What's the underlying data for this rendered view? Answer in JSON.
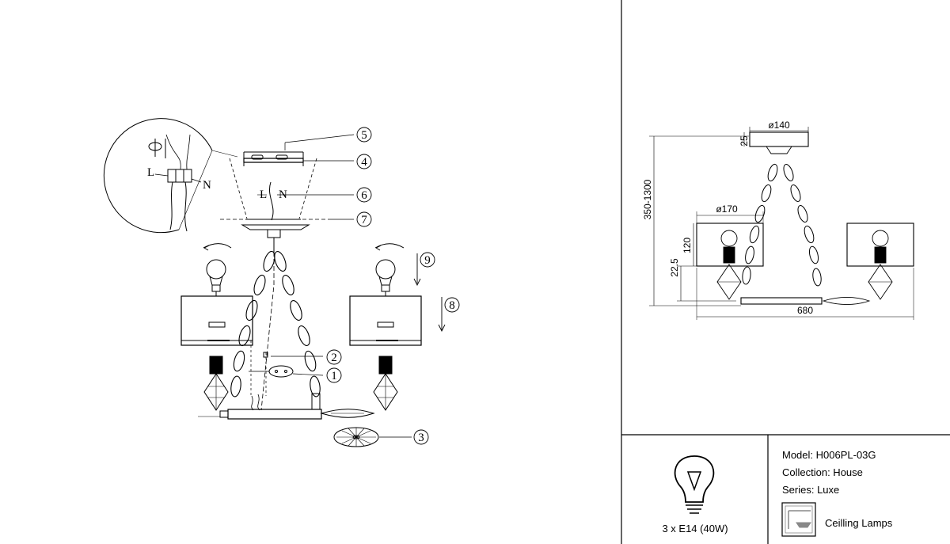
{
  "callouts": {
    "c1": "1",
    "c2": "2",
    "c3": "3",
    "c4": "4",
    "c5": "5",
    "c6": "6",
    "c7": "7",
    "c8": "8",
    "c9": "9"
  },
  "wiring": {
    "live": "L",
    "neutral": "N"
  },
  "dimensions": {
    "canopy_diameter": "ø140",
    "canopy_height": "25",
    "suspension_height": "350-1300",
    "shade_diameter": "ø170",
    "shade_height": "120",
    "holder_height": "22.5",
    "overall_width": "680"
  },
  "product": {
    "model": "Model: H006PL-03G",
    "collection": "Collection: House",
    "series": "Series: Luxe",
    "category": "Ceilling Lamps",
    "bulbs": "3 x E14 (40W)"
  },
  "icons": {
    "bulb": "bulb-icon",
    "ceiling": "ceiling-lamp-icon",
    "detail": "wiring-detail-icon"
  }
}
